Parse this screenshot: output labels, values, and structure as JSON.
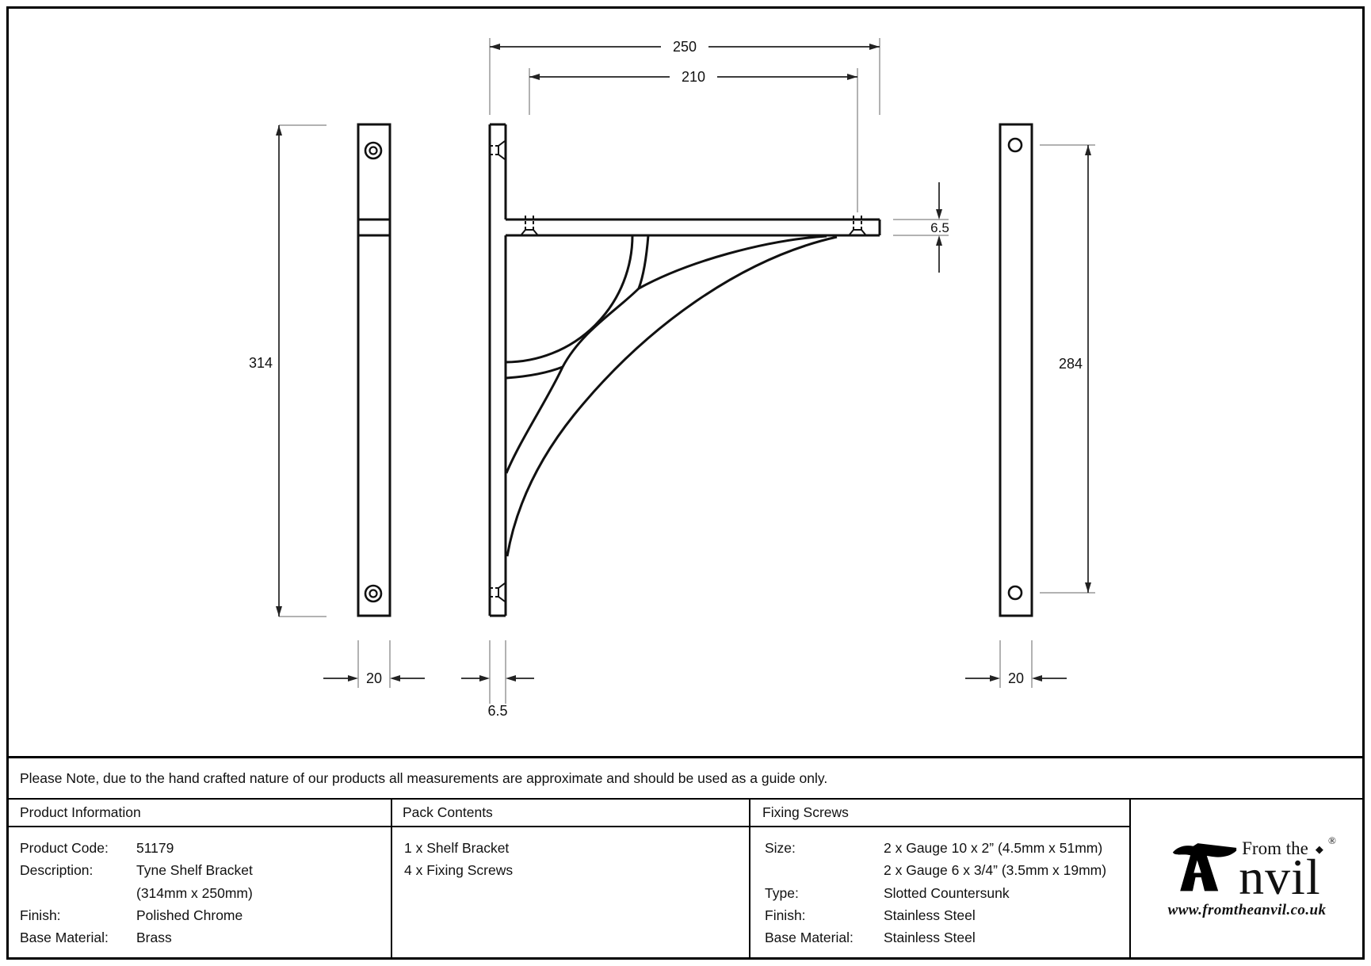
{
  "drawing": {
    "dims": {
      "arm_length": "250",
      "arm_hole_spacing": "210",
      "plate_height": "314",
      "plate_hole_spacing": "284",
      "bar_width_left": "20",
      "bar_width_right": "20",
      "arm_thickness": "6.5",
      "plate_thickness": "6.5"
    }
  },
  "note": "Please Note, due to the hand crafted nature of our products all measurements are approximate and should be used as a guide only.",
  "table": {
    "product_information": {
      "header": "Product Information",
      "rows": [
        {
          "label": "Product Code:",
          "value": "51179"
        },
        {
          "label": "Description:",
          "value": "Tyne Shelf Bracket",
          "value2": "(314mm x 250mm)"
        },
        {
          "label": "Finish:",
          "value": "Polished Chrome"
        },
        {
          "label": "Base Material:",
          "value": "Brass"
        }
      ]
    },
    "pack_contents": {
      "header": "Pack Contents",
      "items": [
        "1 x Shelf Bracket",
        "4 x Fixing Screws"
      ]
    },
    "fixing_screws": {
      "header": "Fixing Screws",
      "rows": [
        {
          "label": "Size:",
          "value": "2 x Gauge 10 x 2” (4.5mm x 51mm)",
          "value2": "2 x Gauge 6 x 3/4” (3.5mm x 19mm)"
        },
        {
          "label": "Type:",
          "value": "Slotted Countersunk"
        },
        {
          "label": "Finish:",
          "value": "Stainless Steel"
        },
        {
          "label": "Base Material:",
          "value": "Stainless Steel"
        }
      ]
    }
  },
  "logo": {
    "tagline": "From the",
    "diamond_mark": "◆",
    "name_rest": "nvil",
    "reg": "®",
    "url": "www.fromtheanvil.co.uk"
  }
}
